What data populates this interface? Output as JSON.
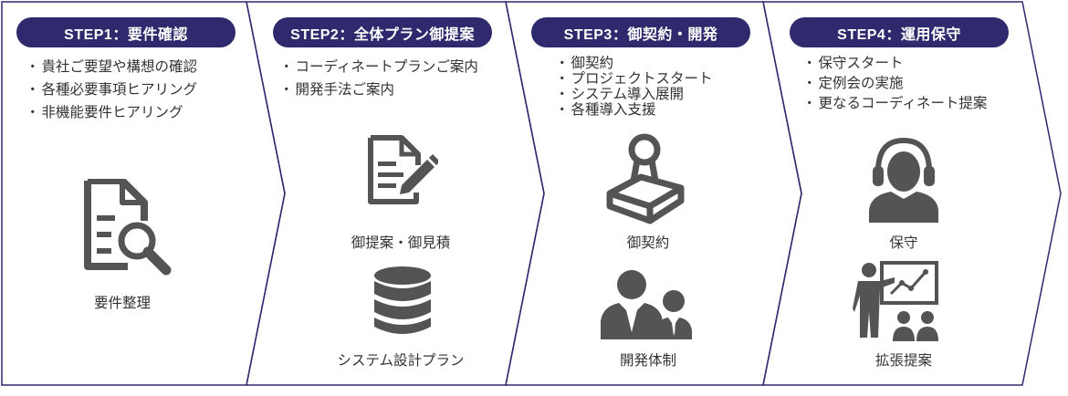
{
  "colors": {
    "accent": "#2f2a6e",
    "icon": "#545454",
    "border": "#2f2a6e"
  },
  "steps": [
    {
      "title": "STEP1：要件確認",
      "bullets": [
        "貴社ご要望や構想の確認",
        "各種必要事項ヒアリング",
        "非機能要件ヒアリング"
      ],
      "items": [
        {
          "icon": "document-search-icon",
          "label": "要件整理"
        }
      ]
    },
    {
      "title": "STEP2：全体プラン御提案",
      "bullets": [
        "コーディネートプランご案内",
        "開発手法ご案内"
      ],
      "items": [
        {
          "icon": "document-edit-icon",
          "label": "御提案・御見積"
        },
        {
          "icon": "database-icon",
          "label": "システム設計プラン"
        }
      ]
    },
    {
      "title": "STEP3：御契約・開発",
      "bullets": [
        "御契約",
        "プロジェクトスタート",
        "システム導入展開",
        "各種導入支援"
      ],
      "items": [
        {
          "icon": "stamp-icon",
          "label": "御契約"
        },
        {
          "icon": "team-icon",
          "label": "開発体制"
        }
      ]
    },
    {
      "title": "STEP4：運用保守",
      "bullets": [
        "保守スタート",
        "定例会の実施",
        "更なるコーディネート提案"
      ],
      "items": [
        {
          "icon": "headset-icon",
          "label": "保守"
        },
        {
          "icon": "presentation-icon",
          "label": "拡張提案"
        }
      ]
    }
  ]
}
